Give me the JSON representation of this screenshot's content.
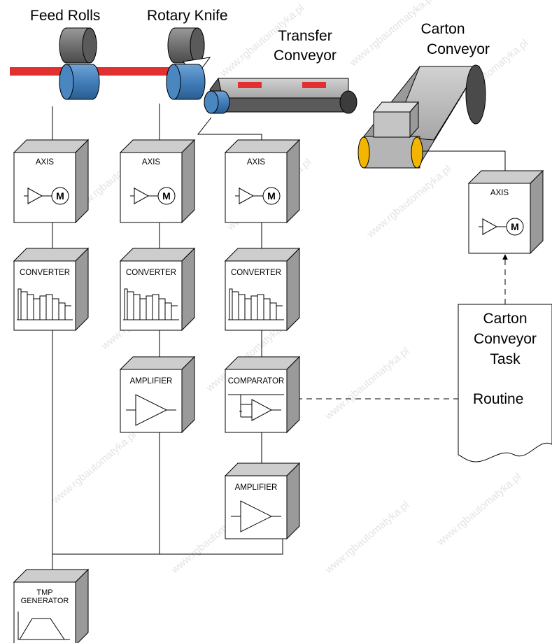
{
  "title_labels": {
    "feed_rolls": "Feed Rolls",
    "rotary_knife": "Rotary Knife",
    "transfer_line1": "Transfer",
    "transfer_line2": "Conveyor",
    "carton_line1": "Carton",
    "carton_line2": "Conveyor"
  },
  "blocks": {
    "axis": "AXIS",
    "motor": "M",
    "converter": "CONVERTER",
    "amplifier": "AMPLIFIER",
    "comparator": "COMPARATOR",
    "tmp_line1": "TMP",
    "tmp_line2": "GENERATOR"
  },
  "task": {
    "line1": "Carton",
    "line2": "Conveyor",
    "line3": "Task",
    "routine": "Routine"
  },
  "watermark": "www.rgbautomatyka.pl",
  "colors": {
    "roller_blue": "#4a86c0",
    "roller_gray": "#7a7a7a",
    "material_red": "#e03030",
    "belt_gray": "#b9b9b9",
    "end_cap_yellow": "#f2b600",
    "block_face": "#ffffff",
    "block_side": "#9a9a9a",
    "block_top": "#cdcdcd"
  }
}
